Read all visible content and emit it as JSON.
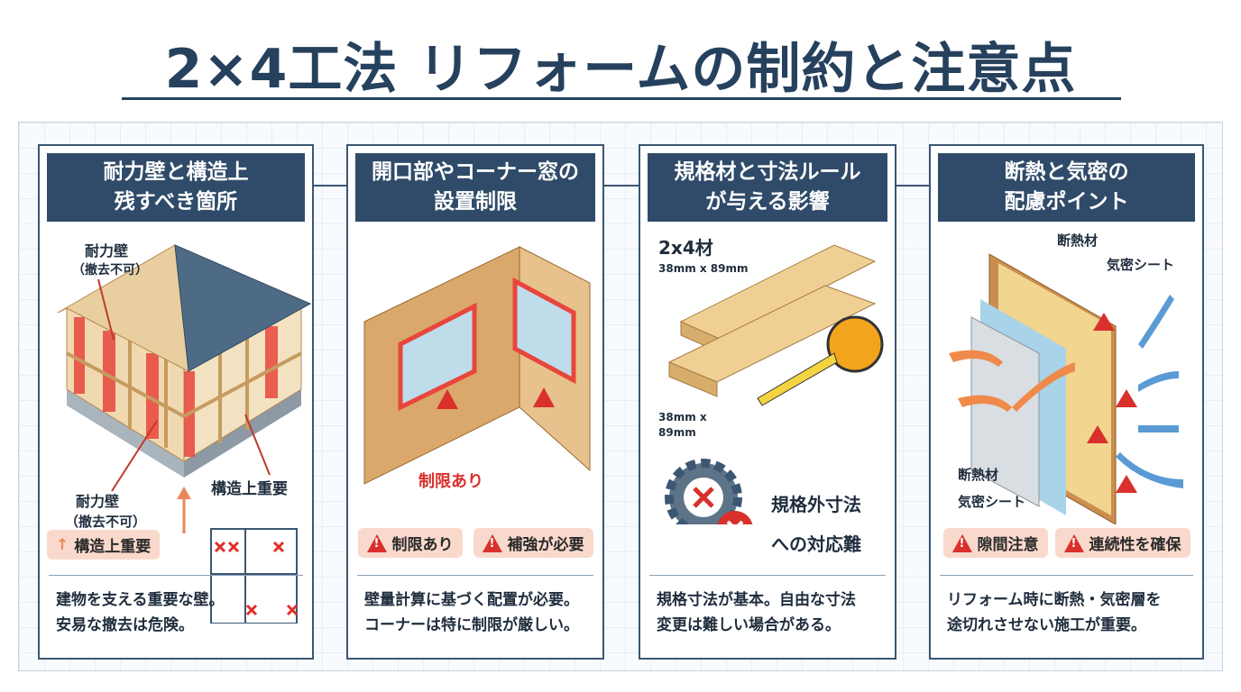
{
  "title": "2×4工法 リフォームの制約と注意点",
  "cards": [
    {
      "header": "耐力壁と構造上\n残すべき箇所",
      "labels": {
        "wall_top": "耐力壁",
        "wall_top_sub": "（撤去不可）",
        "wall_bottom": "耐力壁",
        "wall_bottom_sub": "（撤去不可）",
        "important": "構造上重要"
      },
      "badge": "構造上重要",
      "desc": "建物を支える重要な壁。\n安易な撤去は危険。"
    },
    {
      "header": "開口部やコーナー窓の\n設置制限",
      "labels": {
        "restricted": "制限あり"
      },
      "badges": [
        "制限あり",
        "補強が必要"
      ],
      "desc": "壁量計算に基づく配置が必要。\nコーナーは特に制限が厳しい。"
    },
    {
      "header": "規格材と寸法ルール\nが与える影響",
      "labels": {
        "lumber": "2x4材",
        "lumber_size": "38mm x 89mm",
        "end_size_1": "38mm x",
        "end_size_2": "89mm",
        "nonstandard_1": "規格外寸法",
        "nonstandard_2": "への対応難"
      },
      "desc": "規格寸法が基本。自由な寸法\n変更は難しい場合がある。"
    },
    {
      "header": "断熱と気密の\n配慮ポイント",
      "labels": {
        "insulation_top": "断熱材",
        "airtight_top": "気密シート",
        "insulation_bottom": "断熱材",
        "airtight_bottom": "気密シート"
      },
      "badges": [
        "隙間注意",
        "連続性を確保"
      ],
      "desc": "リフォーム時に断熱・気密層を\n途切れさせない施工が重要。"
    }
  ],
  "colors": {
    "header": "#2f4b69",
    "warning": "#d9302c",
    "badge_bg": "#f9d9cc",
    "wood": "#e4bf86",
    "wall_highlight": "#e8463c"
  }
}
